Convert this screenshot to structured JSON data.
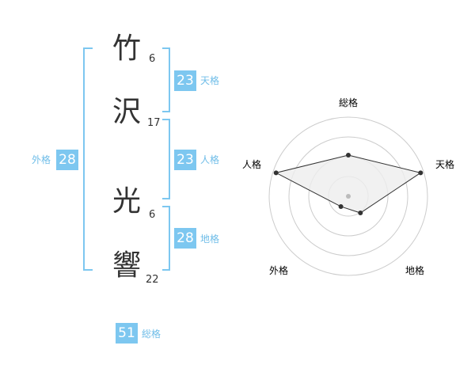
{
  "name": [
    {
      "kanji": "竹",
      "strokes": "6"
    },
    {
      "kanji": "沢",
      "strokes": "17"
    },
    {
      "kanji": "光",
      "strokes": "6"
    },
    {
      "kanji": "響",
      "strokes": "22"
    }
  ],
  "fortune": {
    "tenkaku": {
      "value": "23",
      "label": "天格"
    },
    "jinkaku": {
      "value": "23",
      "label": "人格"
    },
    "chikaku": {
      "value": "28",
      "label": "地格"
    },
    "gaikaku": {
      "value": "28",
      "label": "外格"
    },
    "soukaku": {
      "value": "51",
      "label": "総格"
    }
  },
  "radar": {
    "axes": [
      "総格",
      "天格",
      "地格",
      "外格",
      "人格"
    ],
    "levels": 4,
    "values": [
      2.6,
      4.8,
      1.3,
      0.8,
      4.8
    ],
    "max": 5,
    "colors": {
      "fill": "#eeeeee",
      "stroke": "#333333",
      "ring": "#cccccc",
      "center": "#bbbbbb"
    }
  }
}
